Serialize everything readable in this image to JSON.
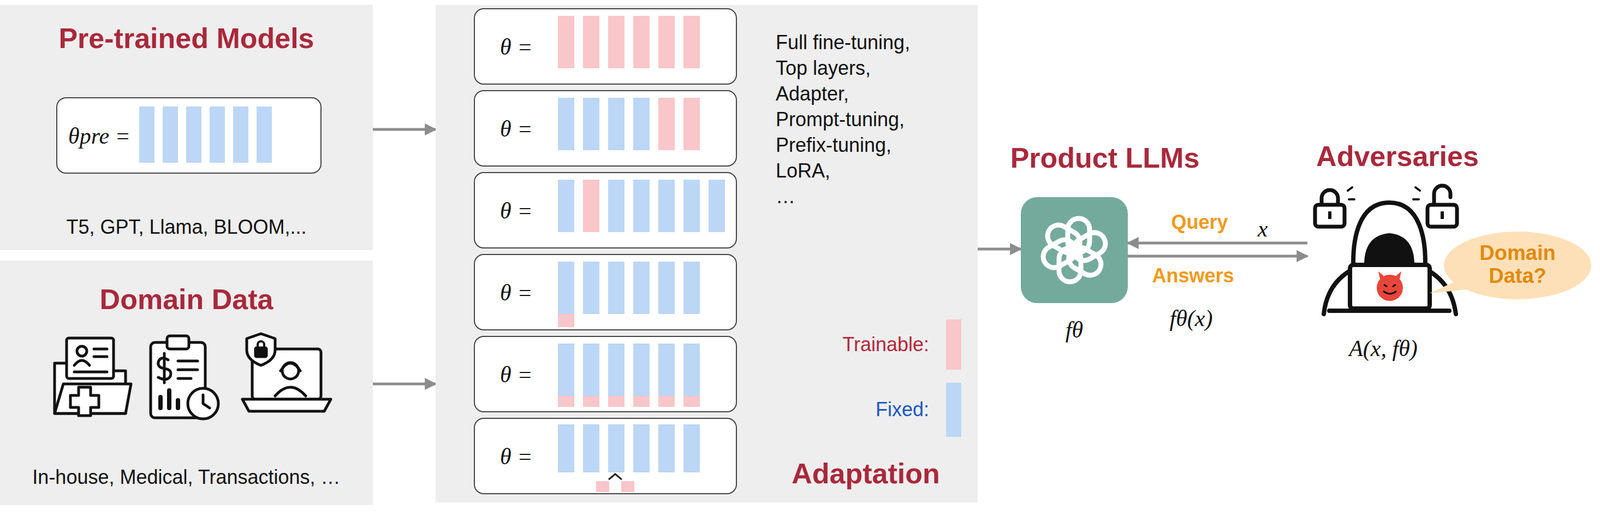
{
  "diagram": {
    "nodes": [
      {
        "text": [
          "Pre-trained Models",
          "T5, GPT, Llama, BLOOM,..."
        ]
      },
      {
        "text": [
          "θpre ="
        ],
        "in": 0
      },
      {
        "text": [
          "Domain Data",
          "In-house, Medical, Transactions, …"
        ]
      },
      {
        "text": [
          "Full fine-tuning, Top layers, Adapter, Prompt-tuning, Prefix-tuning, LoRA, …",
          "Adaptation"
        ]
      },
      {
        "text": [
          "θ ="
        ],
        "in": 3
      },
      {
        "text": [
          "θ ="
        ],
        "in": 3
      },
      {
        "text": [
          "θ ="
        ],
        "in": 3
      },
      {
        "text": [
          "θ ="
        ],
        "in": 3
      },
      {
        "text": [
          "θ ="
        ],
        "in": 3
      },
      {
        "text": [
          "θ ="
        ],
        "in": 3
      },
      {
        "text": [
          "Product LLMs",
          "fθ"
        ]
      },
      {
        "text": [
          "Adversaries",
          "A(x, fθ)"
        ]
      },
      {
        "text": [
          "Domain Data?"
        ]
      }
    ],
    "edges": [
      {
        "from": 0,
        "to": 3,
        "arrow": "to"
      },
      {
        "from": 2,
        "to": 3,
        "arrow": "to"
      },
      {
        "from": 3,
        "to": 10,
        "arrow": "to"
      },
      {
        "from": 11,
        "to": 10,
        "label": "Query",
        "arrow": "to"
      },
      {
        "from": 10,
        "to": 11,
        "label": "Answers",
        "arrow": "to"
      }
    ],
    "labels": [
      "x",
      "fθ(x)"
    ],
    "legend": [
      {
        "text": "Trainable:",
        "color": "#f9c6c9"
      },
      {
        "text": "Fixed:",
        "color": "#bcd6f6"
      }
    ]
  }
}
